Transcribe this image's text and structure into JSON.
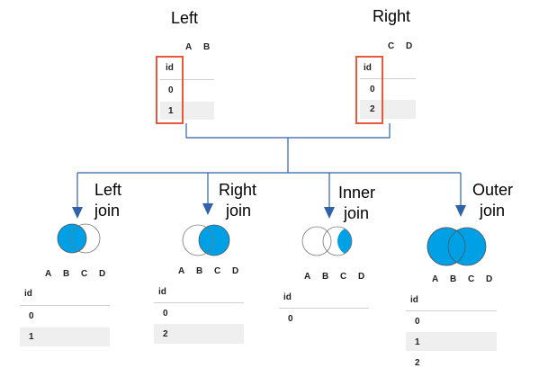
{
  "colors": {
    "accent": "#00a0e6",
    "connector": "#2f62a8",
    "id_box": "#e8593b",
    "row_highlight": "#efefef",
    "rule": "#cfcfcf"
  },
  "left_table": {
    "title": "Left",
    "columns": [
      "A",
      "B"
    ],
    "header": "id",
    "rows": [
      "0",
      "1"
    ]
  },
  "right_table": {
    "title": "Right",
    "columns": [
      "C",
      "D"
    ],
    "header": "id",
    "rows": [
      "0",
      "2"
    ]
  },
  "joins": [
    {
      "label_line1": "Left",
      "label_line2": "join",
      "fill": "left",
      "columns": [
        "A",
        "B",
        "C",
        "D"
      ],
      "header": "id",
      "rows": [
        "0",
        "1"
      ]
    },
    {
      "label_line1": "Right",
      "label_line2": "join",
      "fill": "right",
      "columns": [
        "A",
        "B",
        "C",
        "D"
      ],
      "header": "id",
      "rows": [
        "0",
        "2"
      ]
    },
    {
      "label_line1": "Inner",
      "label_line2": "join",
      "fill": "inner",
      "columns": [
        "A",
        "B",
        "C",
        "D"
      ],
      "header": "id",
      "rows": [
        "0"
      ]
    },
    {
      "label_line1": "Outer",
      "label_line2": "join",
      "fill": "outer",
      "columns": [
        "A",
        "B",
        "C",
        "D"
      ],
      "header": "id",
      "rows": [
        "0",
        "1",
        "2"
      ]
    }
  ]
}
